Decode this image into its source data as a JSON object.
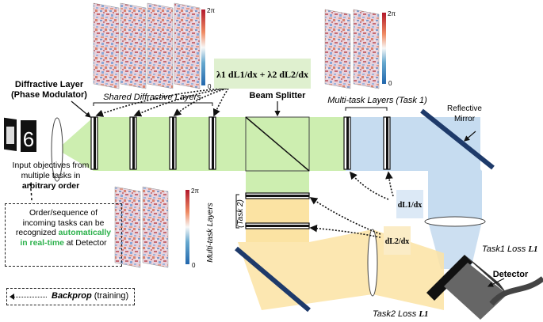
{
  "labels": {
    "diffractive_layer_line1": "Diffractive Layer",
    "diffractive_layer_line2": "(Phase Modulator)",
    "shared_layers": "Shared Diffractive Layers",
    "beam_splitter": "Beam Splitter",
    "multitask_task1": "Multi-task Layers (Task 1)",
    "multitask_task2_line1": "Multi-task Layers",
    "multitask_task2_line2": "(Task 2)",
    "reflective_mirror_line1": "Reflective",
    "reflective_mirror_line2": "Mirror",
    "detector": "Detector",
    "task1_loss": "Task1 Loss",
    "task2_loss": "Task2 Loss",
    "input_line1": "Input objectives from",
    "input_line2": "multiple tasks in",
    "input_line3": "arbitrary order",
    "note_line1": "Order/sequence of",
    "note_line2": "incoming tasks can be",
    "note_line3_pre": "recognized ",
    "note_line3_green": "automatically",
    "note_line4_green": "in real-time",
    "note_line4_post": " at Detector",
    "legend_bold": "Backprop",
    "legend_rest": " (training)",
    "digit": "6"
  },
  "colorbar": {
    "max": "2π",
    "min": "0"
  },
  "formulas": {
    "combined": "λ1 dL1/dx + λ2 dL2/dx",
    "task1": "dL1/dx",
    "task2": "dL2/dx",
    "loss_symbol": "L1"
  },
  "colors": {
    "green_beam": "#cdeeb0",
    "blue_beam": "#c6dcf0",
    "yellow_beam": "#fbe3a3",
    "mirror": "#1e3a6a",
    "formula_green_bg": "#dff0cf",
    "formula_blue_bg": "#dce9f6",
    "formula_yellow_bg": "#fbecc6",
    "note_green": "#2bb14b"
  }
}
